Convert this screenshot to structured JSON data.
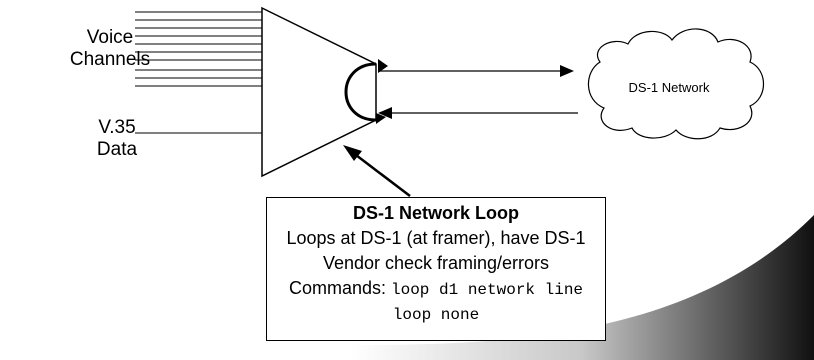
{
  "labels": {
    "voice_line1": "Voice",
    "voice_line2": "Channels",
    "v35_line1": "V.35",
    "v35_line2": "Data",
    "cloud": "DS-1 Network"
  },
  "callout": {
    "title": "DS-1 Network Loop",
    "line1": "Loops at DS-1 (at framer), have DS-1",
    "line2": "Vendor check framing/errors",
    "commands_label": "Commands:",
    "command1": "loop d1 network line",
    "command2": "loop none"
  }
}
